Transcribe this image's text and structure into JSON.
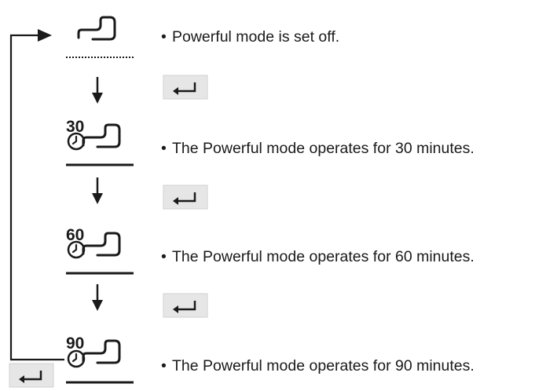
{
  "steps": [
    {
      "timer_label": "",
      "description": "Powerful mode is set off."
    },
    {
      "timer_label": "30",
      "description": "The Powerful mode operates for 30 minutes."
    },
    {
      "timer_label": "60",
      "description": "The Powerful mode operates for 60 minutes."
    },
    {
      "timer_label": "90",
      "description": "The Powerful mode operates for 90 minutes."
    }
  ],
  "bullet": "•",
  "icons": {
    "mode": "powerful-mode-icon",
    "timer": "clock-icon",
    "enter": "enter-key-icon",
    "arrow": "down-arrow-icon"
  },
  "colors": {
    "ink": "#1a1a1a",
    "key_background": "#e6e6e6",
    "key_border": "#d0d0d0"
  }
}
